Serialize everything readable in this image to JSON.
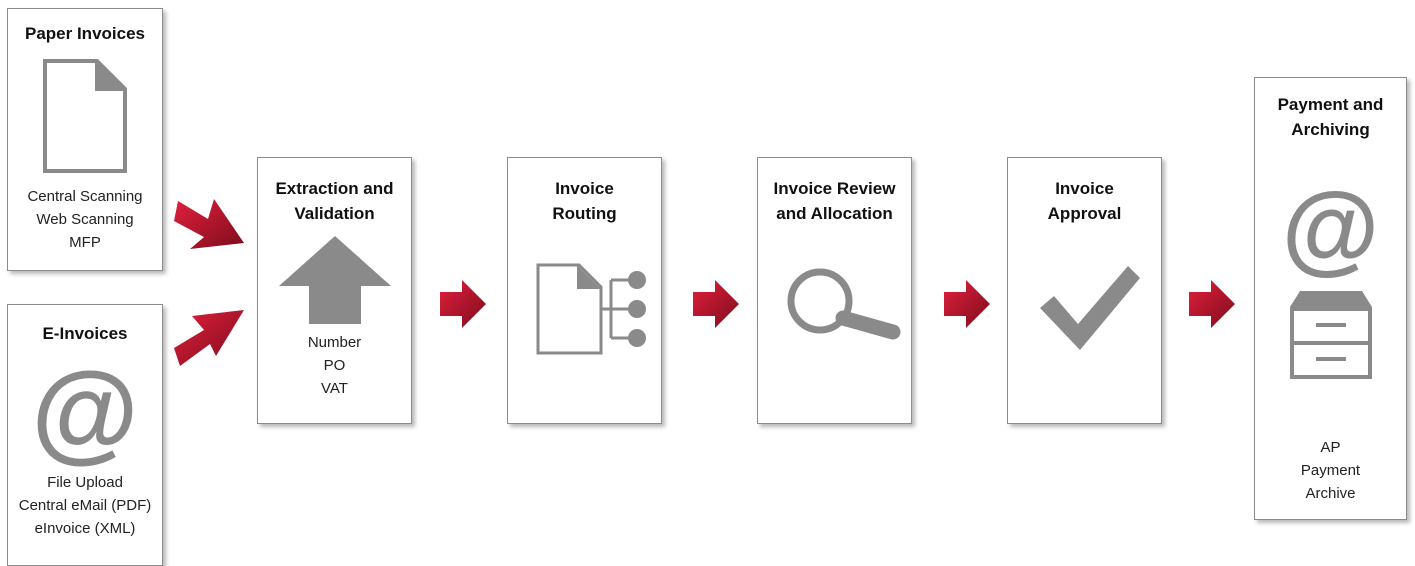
{
  "paper": {
    "title": "Paper Invoices",
    "lines": [
      "Central Scanning",
      "Web Scanning",
      "MFP"
    ],
    "icon": "document-icon"
  },
  "einvoice": {
    "title": "E-Invoices",
    "at": "@",
    "lines": [
      "File Upload",
      "Central eMail (PDF)",
      "eInvoice (XML)"
    ],
    "icon": "at-icon"
  },
  "steps": [
    {
      "title": [
        "Extraction and",
        "Validation"
      ],
      "lines": [
        "Number",
        "PO",
        "VAT"
      ],
      "icon": "up-arrow-icon"
    },
    {
      "title": [
        "Invoice",
        "Routing"
      ],
      "lines": [],
      "icon": "document-routing-icon"
    },
    {
      "title": [
        "Invoice Review",
        "and Allocation"
      ],
      "lines": [],
      "icon": "magnifier-icon"
    },
    {
      "title": [
        "Invoice",
        "Approval"
      ],
      "lines": [],
      "icon": "checkmark-icon"
    }
  ],
  "final": {
    "title": [
      "Payment and",
      "Archiving"
    ],
    "at": "@",
    "lines": [
      "AP",
      "Payment",
      "Archive"
    ],
    "icons": [
      "at-icon",
      "archive-cabinet-icon"
    ]
  },
  "colors": {
    "arrow_red": "#c0142d",
    "arrow_dark": "#7a0f1e",
    "icon_gray": "#8a8a8a",
    "border": "#8c8c8c"
  }
}
